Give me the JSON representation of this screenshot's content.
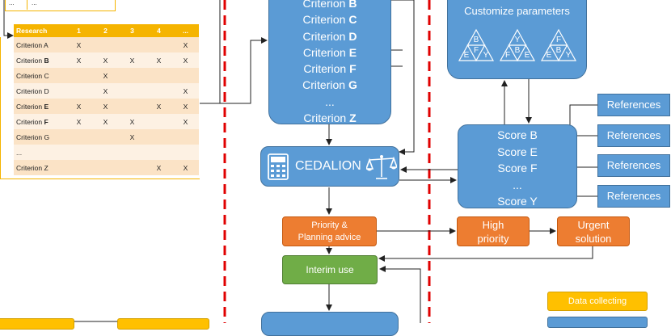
{
  "top_box_cells": [
    "...",
    "..."
  ],
  "research_table": {
    "headers": [
      "Research",
      "1",
      "2",
      "3",
      "4",
      "..."
    ],
    "rows": [
      {
        "label": "Criterion A",
        "bold": "",
        "marks": [
          "X",
          "",
          "",
          "",
          "X"
        ]
      },
      {
        "label": "Criterion ",
        "bold": "B",
        "marks": [
          "X",
          "X",
          "X",
          "X",
          "X"
        ]
      },
      {
        "label": "Criterion C",
        "bold": "",
        "marks": [
          "",
          "X",
          "",
          "",
          ""
        ]
      },
      {
        "label": "Criterion D",
        "bold": "",
        "marks": [
          "",
          "X",
          "",
          "",
          "X"
        ]
      },
      {
        "label": "Criterion ",
        "bold": "E",
        "marks": [
          "X",
          "X",
          "",
          "X",
          "X"
        ]
      },
      {
        "label": "Criterion ",
        "bold": "F",
        "marks": [
          "X",
          "X",
          "X",
          "",
          "X"
        ]
      },
      {
        "label": "Criterion G",
        "bold": "",
        "marks": [
          "",
          "",
          "X",
          "",
          ""
        ]
      },
      {
        "label": "...",
        "bold": "",
        "marks": [
          "",
          "",
          "",
          "",
          ""
        ]
      },
      {
        "label": "Criterion Z",
        "bold": "",
        "marks": [
          "",
          "",
          "",
          "X",
          "X"
        ]
      }
    ]
  },
  "criteria_box": {
    "lines": [
      {
        "prefix": "Criterion ",
        "bold": "B"
      },
      {
        "prefix": "Criterion ",
        "bold": "C"
      },
      {
        "prefix": "Criterion ",
        "bold": "D"
      },
      {
        "prefix": "Criterion ",
        "bold": "E"
      },
      {
        "prefix": "Criterion ",
        "bold": "F"
      },
      {
        "prefix": "Criterion ",
        "bold": "G"
      },
      {
        "prefix": "...",
        "bold": ""
      },
      {
        "prefix": "Criterion ",
        "bold": "Z"
      }
    ]
  },
  "cedalion": {
    "label": "CEDALION"
  },
  "customize": {
    "title": "Customize parameters",
    "triangles": [
      [
        "B",
        "E",
        "F",
        "Y"
      ],
      [
        "Y",
        "F",
        "B",
        "E"
      ],
      [
        "F",
        "E",
        "B",
        "Y"
      ]
    ]
  },
  "score_box": {
    "lines": [
      "Score B",
      "Score E",
      "Score F",
      "...",
      "Score Y"
    ]
  },
  "references": [
    "References",
    "References",
    "References",
    "References"
  ],
  "priority": {
    "line1": "Priority &",
    "line2": "Planning advice"
  },
  "high_priority": {
    "line1": "High",
    "line2": "priority"
  },
  "urgent": {
    "line1": "Urgent",
    "line2": "solution"
  },
  "interim": {
    "label": "Interim use"
  },
  "legend": {
    "data_collecting": "Data collecting"
  },
  "colors": {
    "blue": "#5b9bd5",
    "orange": "#ed7d31",
    "green": "#70ad47",
    "yellow": "#ffc000",
    "dashed_red": "#e00000"
  }
}
